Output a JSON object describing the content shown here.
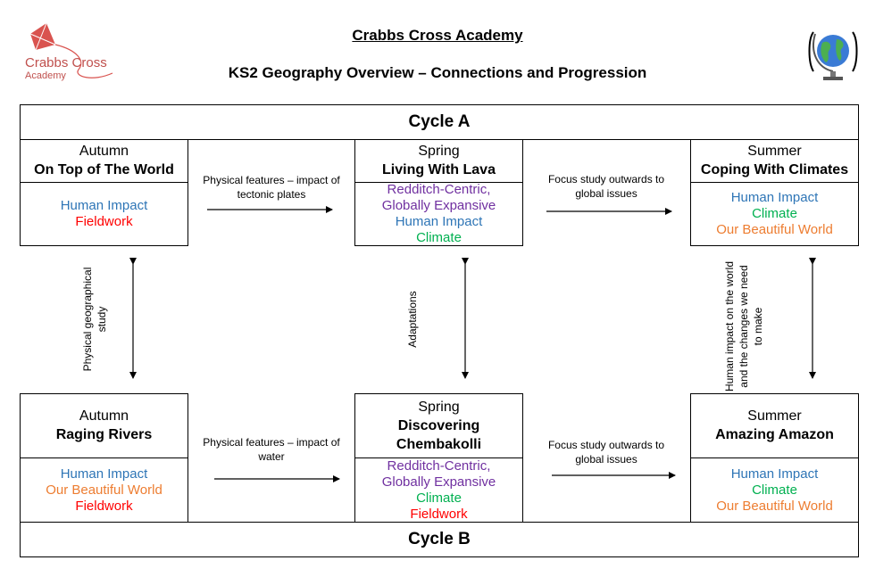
{
  "school": {
    "name": "Crabbs Cross Academy",
    "logo_text_line1": "Crabbs Cross",
    "logo_text_line2": "Academy",
    "logo_icon": "kite-icon",
    "globe_icon": "globe-icon"
  },
  "header": {
    "title": "Crabbs Cross Academy",
    "subtitle": "KS2 Geography Overview – Connections and Progression"
  },
  "cycles": {
    "a": "Cycle A",
    "b": "Cycle B"
  },
  "colors": {
    "Human Impact": "#2E75B6",
    "Fieldwork": "#FF0000",
    "Climate": "#00B050",
    "Our Beautiful World": "#ED7D31",
    "Redditch-Centric, Globally Expansive": "#7030A0"
  },
  "cycle_a": {
    "autumn": {
      "season": "Autumn",
      "topic": "On Top of The World",
      "tags": [
        "Human Impact",
        "Fieldwork"
      ]
    },
    "spring": {
      "season": "Spring",
      "topic": "Living With Lava",
      "tags": [
        "Redditch-Centric,",
        "Globally Expansive",
        "Human Impact",
        "Climate"
      ]
    },
    "summer": {
      "season": "Summer",
      "topic": "Coping With Climates",
      "tags": [
        "Human Impact",
        "Climate",
        "Our Beautiful World"
      ]
    },
    "conn_1": "Physical features – impact of tectonic plates",
    "conn_2": "Focus study outwards to global issues"
  },
  "cycle_b": {
    "autumn": {
      "season": "Autumn",
      "topic": "Raging Rivers",
      "tags": [
        "Human Impact",
        "Our Beautiful World",
        "Fieldwork"
      ]
    },
    "spring": {
      "season": "Spring",
      "topic": "Discovering Chembakolli",
      "tags": [
        "Redditch-Centric,",
        "Globally Expansive",
        "Climate",
        "Fieldwork"
      ]
    },
    "summer": {
      "season": "Summer",
      "topic": "Amazing Amazon",
      "tags": [
        "Human Impact",
        "Climate",
        "Our Beautiful World"
      ]
    },
    "conn_1": "Physical features – impact of water",
    "conn_2": "Focus study outwards to global issues"
  },
  "vertical_links": {
    "left": "Physical geographical study",
    "middle": "Adaptations",
    "right": "Human impact on the world and the changes we need to make"
  }
}
